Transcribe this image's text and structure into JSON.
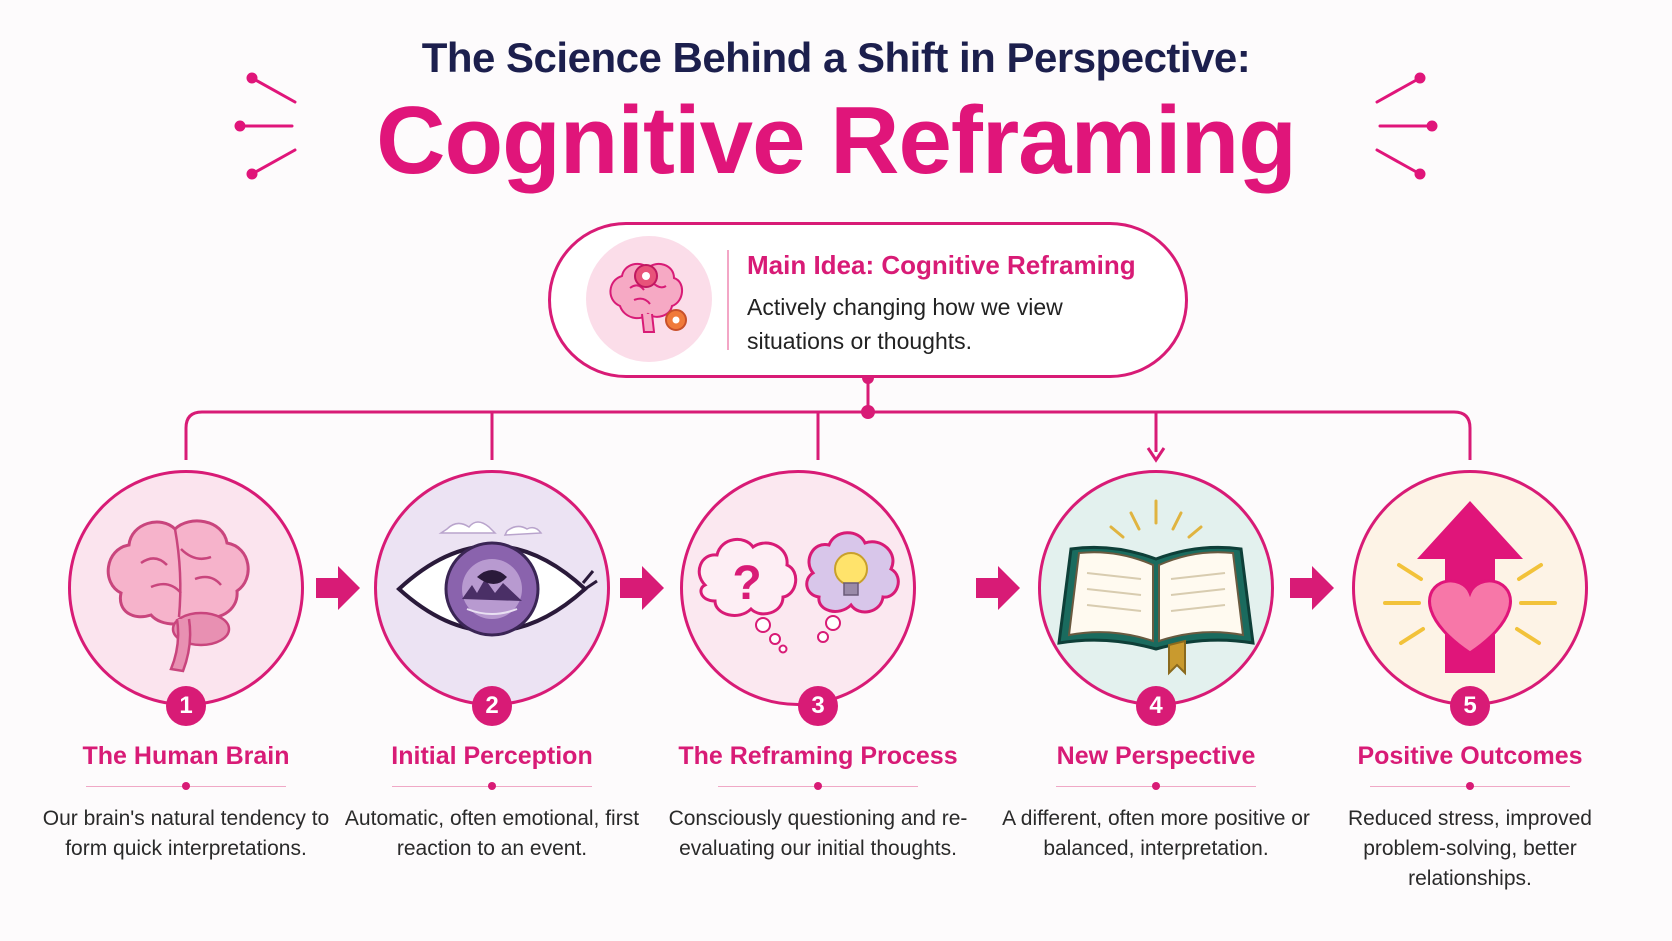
{
  "header": {
    "subtitle": "The Science Behind a Shift in Perspective:",
    "title": "Cognitive Reframing"
  },
  "main_idea": {
    "heading": "Main Idea: Cognitive Reframing",
    "description": "Actively changing how we view situations or thoughts.",
    "icon": "brain-gears-icon"
  },
  "steps": [
    {
      "number": "1",
      "title": "The Human Brain",
      "description": "Our brain's natural tendency to form quick interpretations.",
      "icon": "brain-icon"
    },
    {
      "number": "2",
      "title": "Initial Perception",
      "description": "Automatic, often emotional, first reaction to an event.",
      "icon": "eye-icon"
    },
    {
      "number": "3",
      "title": "The Reframing Process",
      "description": "Consciously questioning and re-evaluating our initial thoughts.",
      "icon": "thought-bubbles-icon",
      "bubble_symbol": "?"
    },
    {
      "number": "4",
      "title": "New Perspective",
      "description": "A different, often more positive or balanced, interpretation.",
      "icon": "open-book-icon"
    },
    {
      "number": "5",
      "title": "Positive Outcomes",
      "description": "Reduced stress, improved problem-solving, better relationships.",
      "icon": "heart-arrow-icon"
    }
  ],
  "colors": {
    "accent": "#d81b76",
    "navy": "#1c1f4d",
    "light_pink": "#fbdde9",
    "lavender": "#ece3f3",
    "mint": "#e3f1ee",
    "cream": "#fdf3e6"
  }
}
